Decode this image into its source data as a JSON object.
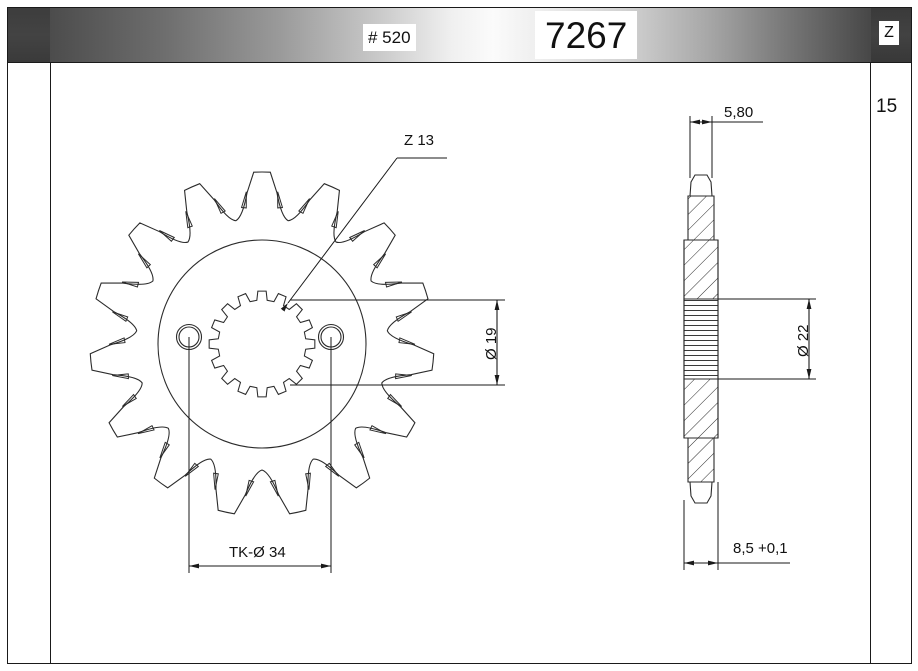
{
  "header": {
    "pitch_label": "# 520",
    "part_number": "7267",
    "z_column_header": "Z"
  },
  "teeth_count": "15",
  "front_view": {
    "spline_callout": "Z 13",
    "bore_dimension": "Ø 19",
    "bolt_circle_dimension": "TK-Ø 34"
  },
  "side_view": {
    "top_width_dimension": "5,80",
    "hub_diameter_dimension": "Ø 22",
    "base_width_dimension": "8,5 +0,1"
  },
  "colors": {
    "line": "#1a1a1a",
    "thin_line": "#3c3c3c",
    "header_dark": "#3d3d3d",
    "background": "#ffffff"
  },
  "chart_data": {
    "type": "diagram",
    "title": "Front sprocket 7267",
    "sprocket": {
      "teeth": 15,
      "chain_pitch": "520",
      "spline_teeth": 13,
      "bore_diameter_mm": 19,
      "bolt_circle_diameter_mm": 34,
      "hub_diameter_mm": 22,
      "tooth_width_mm": 5.8,
      "base_width_mm": 8.5,
      "base_width_tolerance": "+0,1"
    }
  }
}
